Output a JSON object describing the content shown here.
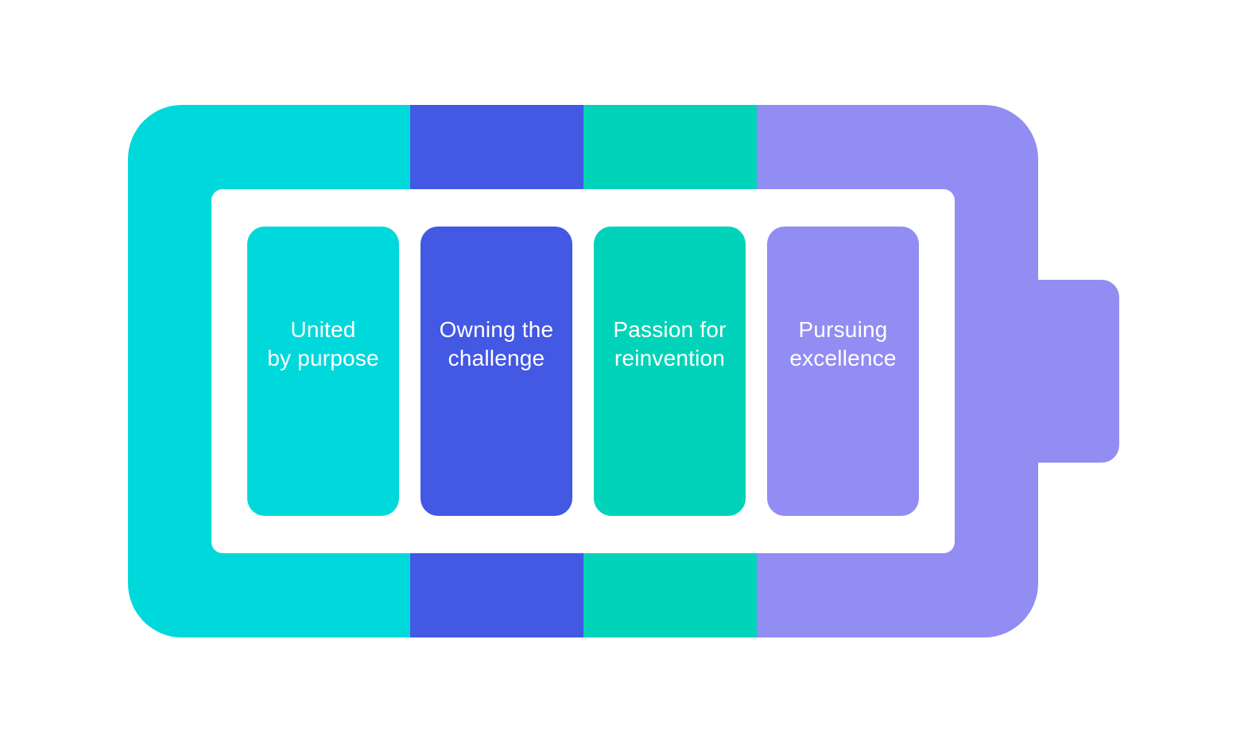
{
  "colors": {
    "cyan": "#00D9DB",
    "blue": "#4358E3",
    "teal": "#00D3B9",
    "lavender": "#928DF2",
    "window": "#FFFFFF"
  },
  "values": [
    {
      "line1": "United",
      "line2": "by purpose",
      "color": "#00D9DB"
    },
    {
      "line1": "Owning the",
      "line2": "challenge",
      "color": "#4358E3"
    },
    {
      "line1": "Passion for",
      "line2": "reinvention",
      "color": "#00D3B9"
    },
    {
      "line1": "Pursuing",
      "line2": "excellence",
      "color": "#928DF2"
    }
  ]
}
